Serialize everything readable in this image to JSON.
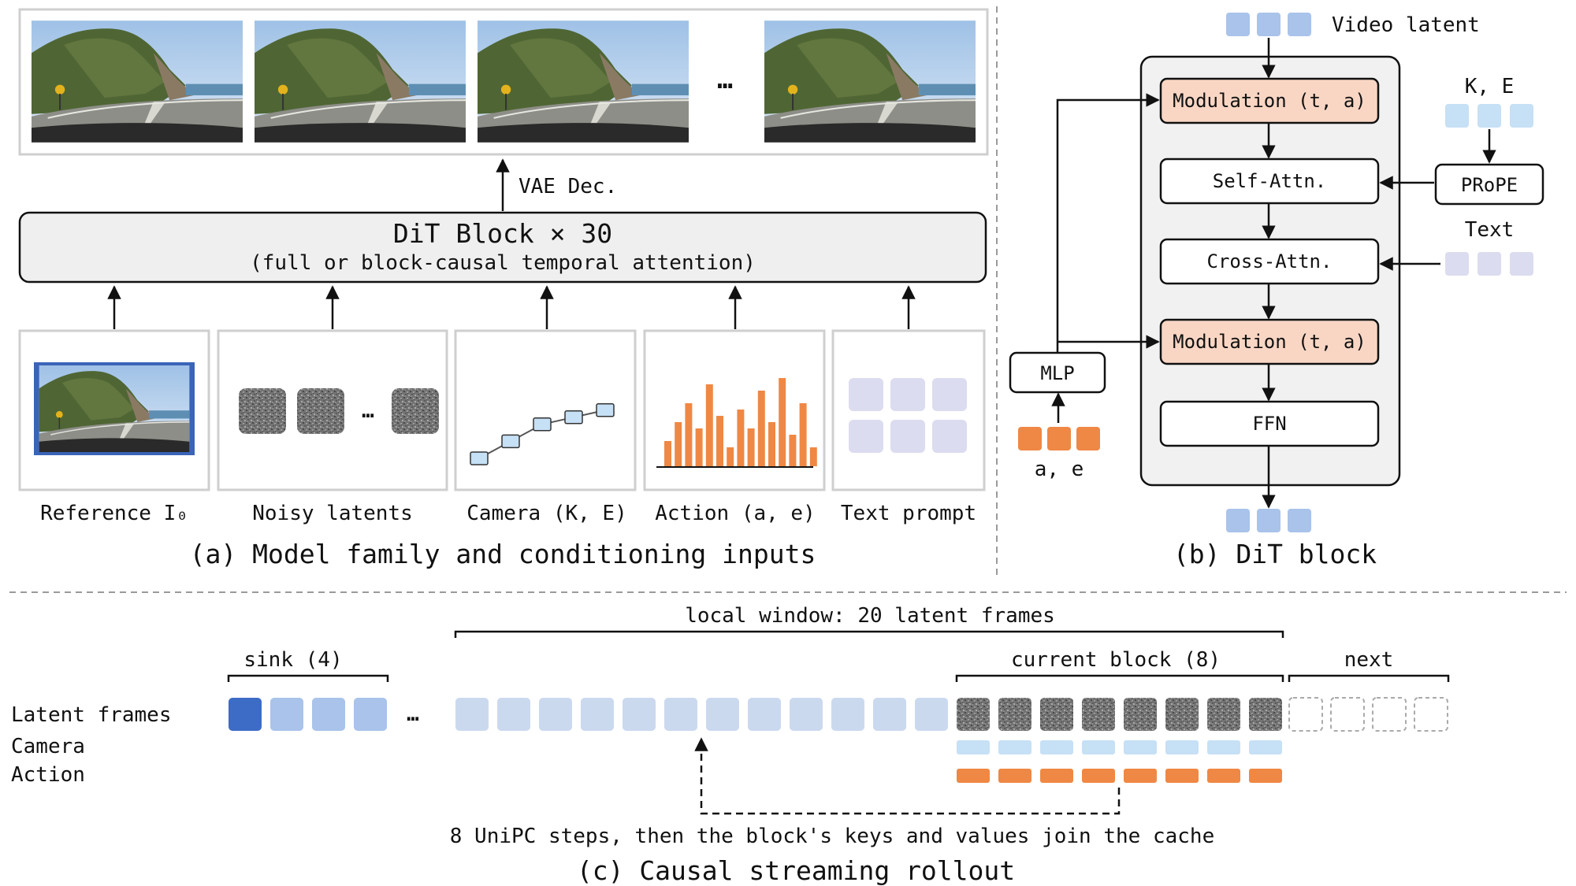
{
  "colors": {
    "latent_blue": "#a9c3ea",
    "sink_dark_blue": "#3d6cc6",
    "window_light_blue": "#cbd9ef",
    "noise_gray": "#6f6f6f",
    "camera_blue": "#c6e0f5",
    "action_orange": "#ef8844",
    "text_lavender": "#dcdcf0",
    "modulation_peach": "#f9d6c4",
    "dit_panel_gray": "#f1f1f1"
  },
  "panel_a": {
    "frames_ellipsis": "…",
    "vae_label": "VAE Dec.",
    "dit_title": "DiT Block × 30",
    "dit_subtitle": "(full or block-causal temporal attention)",
    "noisy_ellipsis": "…",
    "input_labels": [
      "Reference I₀",
      "Noisy latents",
      "Camera (K, E)",
      "Action (a, e)",
      "Text prompt"
    ],
    "action_bar_values": [
      4,
      7,
      10,
      6,
      13,
      8,
      3,
      9,
      6,
      12,
      7,
      14,
      5,
      10,
      3
    ],
    "camera_path_points": [
      [
        0,
        0
      ],
      [
        1,
        1.2
      ],
      [
        2,
        2.4
      ],
      [
        3,
        2.9
      ],
      [
        4,
        3.4
      ]
    ],
    "caption": "(a) Model family and conditioning inputs"
  },
  "panel_b": {
    "video_latent_label": "Video latent",
    "modulation_top": "Modulation (t, a)",
    "self_attn": "Self-Attn.",
    "cross_attn": "Cross-Attn.",
    "modulation_bottom": "Modulation (t, a)",
    "ffn": "FFN",
    "mlp": "MLP",
    "ae_label": "a, e",
    "ke_label": "K, E",
    "prope": "PRoPE",
    "text_label": "Text",
    "caption": "(b) DiT block"
  },
  "panel_c": {
    "window_label": "local window: 20 latent frames",
    "sink_label": "sink (4)",
    "current_label": "current block (8)",
    "next_label": "next",
    "row_latent": "Latent frames",
    "row_camera": "Camera",
    "row_action": "Action",
    "ellipsis": "…",
    "sink_frames": 4,
    "window_history_frames": 12,
    "current_frames": 8,
    "next_frames": 4,
    "steps_note": "8 UniPC steps, then the block's keys and values join the cache",
    "caption": "(c) Causal streaming rollout"
  }
}
